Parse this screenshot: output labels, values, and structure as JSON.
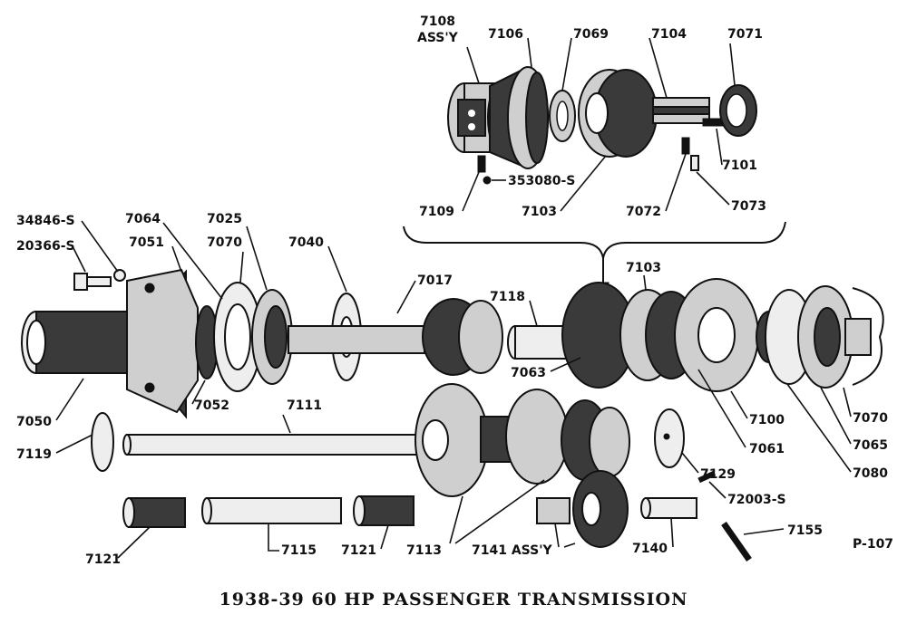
{
  "diagram": {
    "caption": "1938-39 60 HP PASSENGER TRANSMISSION",
    "plate_number": "P-107",
    "part_numbers": {
      "7108": "7108",
      "assy": "ASS'Y",
      "7106": "7106",
      "7069": "7069",
      "7104": "7104",
      "7071": "7071",
      "7101": "7101",
      "353080s": "353080-S",
      "7109": "7109",
      "7103_top": "7103",
      "7072": "7072",
      "7073": "7073",
      "34846s": "34846-S",
      "20366s": "20366-S",
      "7064": "7064",
      "7051": "7051",
      "7025": "7025",
      "7070_left": "7070",
      "7040": "7040",
      "7017": "7017",
      "7118": "7118",
      "7103_mid": "7103",
      "7063": "7063",
      "7052": "7052",
      "7050": "7050",
      "7111": "7111",
      "7119": "7119",
      "7100": "7100",
      "7061": "7061",
      "7070_right": "7070",
      "7065": "7065",
      "7080": "7080",
      "7129": "7129",
      "72003s": "72003-S",
      "7155": "7155",
      "7121_left": "7121",
      "7115": "7115",
      "7121_right": "7121",
      "7113": "7113",
      "7141": "7141 ASS'Y",
      "7140": "7140"
    }
  }
}
